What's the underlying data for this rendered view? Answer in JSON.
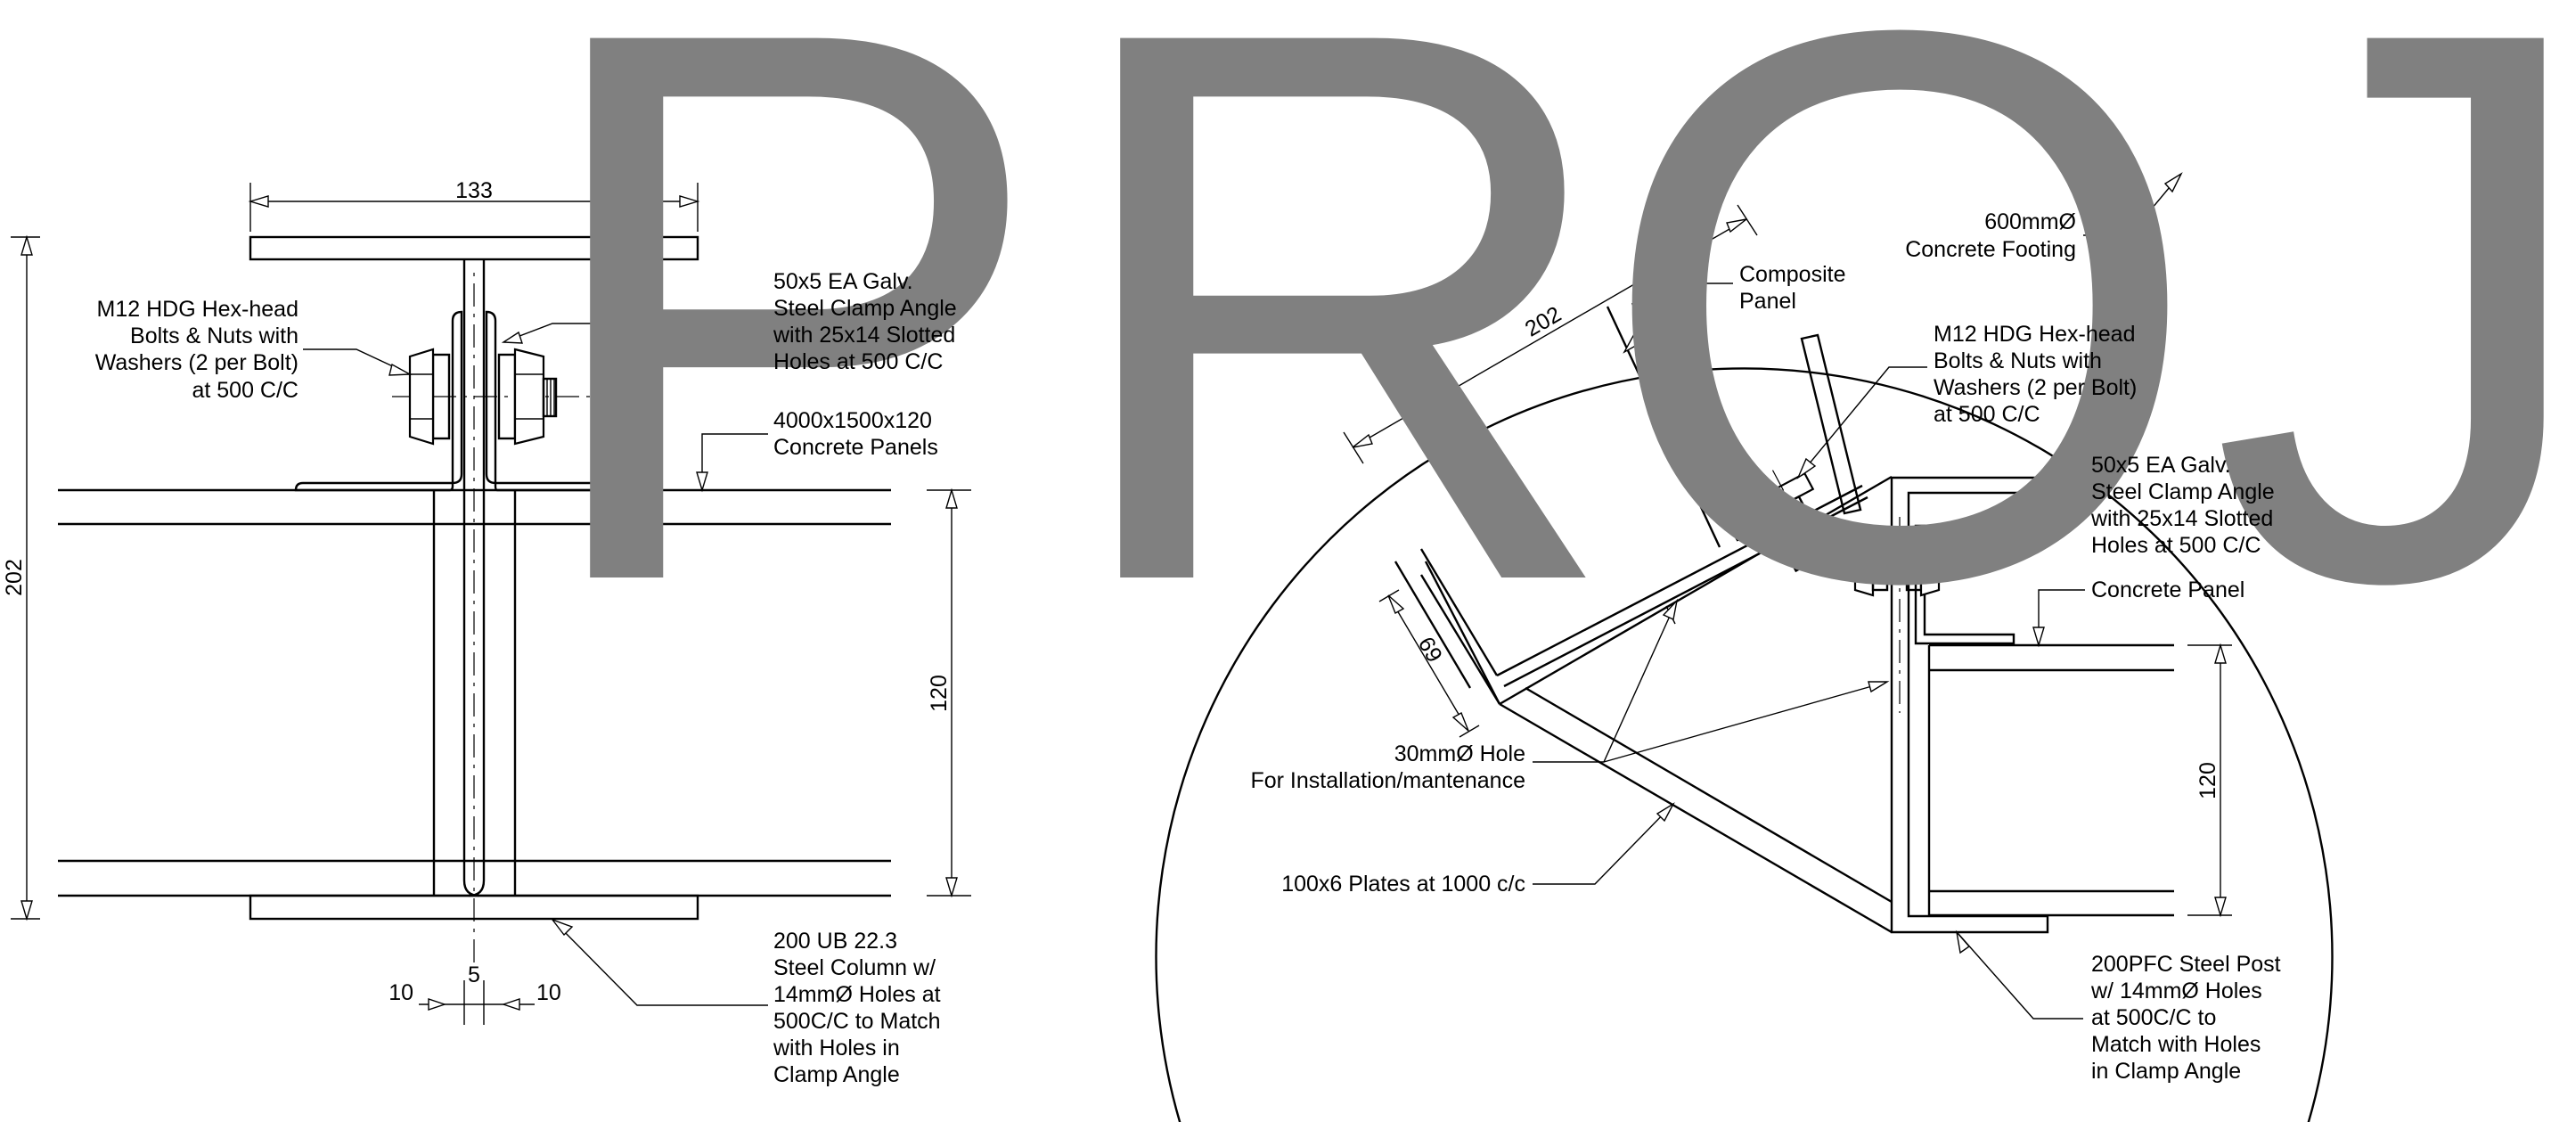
{
  "watermark": {
    "letters": [
      "P",
      "R",
      "O",
      "J"
    ],
    "color": "#808080"
  },
  "left_detail": {
    "dims": {
      "flange_width": "133",
      "overall_height": "202",
      "panel_thickness": "120",
      "web": "5",
      "gap_left": "10",
      "gap_right": "10"
    },
    "bolt_note": [
      "M12 HDG Hex-head",
      "Bolts & Nuts with",
      "Washers (2 per Bolt)",
      "at 500 C/C"
    ],
    "clamp_note": [
      "50x5 EA Galv.",
      "Steel Clamp Angle",
      "with 25x14 Slotted",
      "Holes at 500 C/C"
    ],
    "panels_note": [
      "4000x1500x120",
      "Concrete Panels"
    ],
    "column_note": [
      "200 UB 22.3",
      "Steel Column w/",
      "14mmØ Holes at",
      "500C/C to Match",
      "with Holes in",
      "Clamp Angle"
    ]
  },
  "right_detail": {
    "dims": {
      "panel_dim": "202",
      "angle_dim": "69",
      "panel_thickness": "120"
    },
    "footing_note": [
      "600mmØ",
      "Concrete Footing"
    ],
    "composite_note": [
      "Composite",
      "Panel"
    ],
    "bolt_note": [
      "M12 HDG Hex-head",
      "Bolts & Nuts with",
      "Washers (2 per Bolt)",
      "at 500 C/C"
    ],
    "clamp_note": [
      "50x5 EA Galv.",
      "Steel Clamp Angle",
      "with 25x14 Slotted",
      "Holes at 500 C/C"
    ],
    "panel_note": [
      "Concrete Panel"
    ],
    "hole_note": [
      "30mmØ Hole",
      "For Installation/mantenance"
    ],
    "plates_note": [
      "100x6 Plates at 1000 c/c"
    ],
    "post_note": [
      "200PFC Steel Post",
      "w/ 14mmØ Holes",
      "at 500C/C to",
      "Match with Holes",
      "in Clamp Angle"
    ]
  }
}
